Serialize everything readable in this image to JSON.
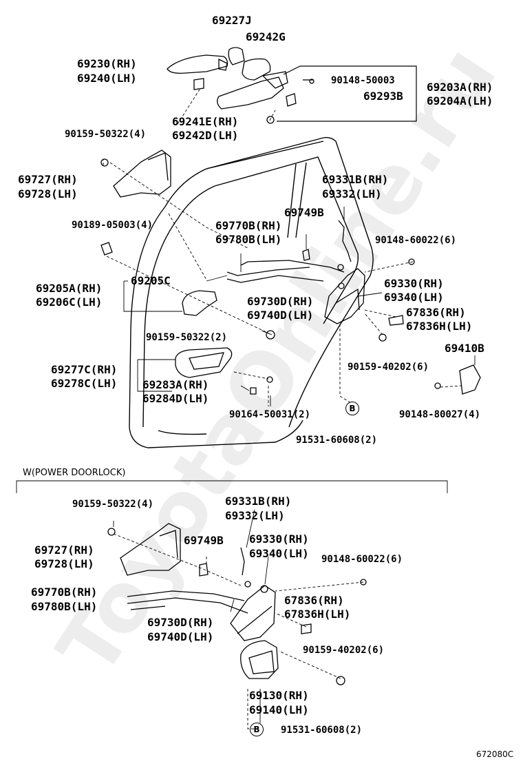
{
  "watermark": "ToyotaOnline.ru",
  "section_caption": "W(POWER DOORLOCK)",
  "figure_id": "672080C",
  "callout_letter": "B",
  "upper": {
    "l_69227J": "69227J",
    "l_69242G": "69242G",
    "l_69230": "69230(RH)",
    "l_69240": "69240(LH)",
    "l_90148_50003": "90148-50003",
    "l_69203A": "69203A(RH)",
    "l_69204A": "69204A(LH)",
    "l_69293B": "69293B",
    "l_69241E": "69241E(RH)",
    "l_69242D": "69242D(LH)",
    "l_90159_50322_4": "90159-50322(4)",
    "l_69727": "69727(RH)",
    "l_69728": "69728(LH)",
    "l_69331B": "69331B(RH)",
    "l_69332": "69332(LH)",
    "l_69749B": "69749B",
    "l_90189": "90189-05003(4)",
    "l_69770B": "69770B(RH)",
    "l_69780B": "69780B(LH)",
    "l_90148_60022": "90148-60022(6)",
    "l_69205A": "69205A(RH)",
    "l_69206C": "69206C(LH)",
    "l_69205C": "69205C",
    "l_69330": "69330(RH)",
    "l_69340": "69340(LH)",
    "l_69730D": "69730D(RH)",
    "l_69740D": "69740D(LH)",
    "l_67836RH": "67836(RH)",
    "l_67836H": "67836H(LH)",
    "l_90159_50322_2": "90159-50322(2)",
    "l_69410B": "69410B",
    "l_90159_40202": "90159-40202(6)",
    "l_69277C": "69277C(RH)",
    "l_69278C": "69278C(LH)",
    "l_69283A": "69283A(RH)",
    "l_69284D": "69284D(LH)",
    "l_90148_80027": "90148-80027(4)",
    "l_90164": "90164-50031(2)",
    "l_91531": "91531-60608(2)"
  },
  "lower": {
    "l_90159_50322_4": "90159-50322(4)",
    "l_69331B": "69331B(RH)",
    "l_69332": "69332(LH)",
    "l_69727": "69727(RH)",
    "l_69728": "69728(LH)",
    "l_69749B": "69749B",
    "l_69330": "69330(RH)",
    "l_69340": "69340(LH)",
    "l_90148_60022": "90148-60022(6)",
    "l_69770B": "69770B(RH)",
    "l_69780B": "69780B(LH)",
    "l_67836RH": "67836(RH)",
    "l_67836H": "67836H(LH)",
    "l_69730D": "69730D(RH)",
    "l_69740D": "69740D(LH)",
    "l_90159_40202": "90159-40202(6)",
    "l_69130": "69130(RH)",
    "l_69140": "69140(LH)",
    "l_91531": "91531-60608(2)"
  }
}
